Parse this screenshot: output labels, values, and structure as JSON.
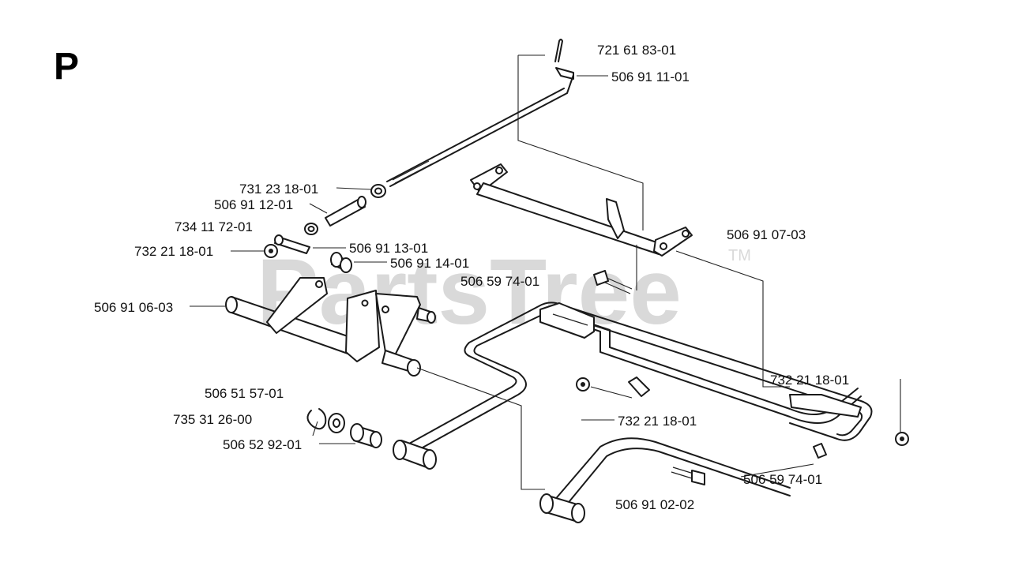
{
  "diagram": {
    "section_letter": "P",
    "watermark": "PartsTree",
    "watermark_tm": "TM",
    "colors": {
      "ink": "#1a1a1a",
      "watermark": "#d9d9d9",
      "background": "#ffffff"
    },
    "labels": {
      "l01": "721 61 83-01",
      "l02": "506 91 11-01",
      "l03": "731 23 18-01",
      "l04": "506 91 12-01",
      "l05": "734 11 72-01",
      "l06": "732 21 18-01",
      "l07": "506 91 13-01",
      "l08": "506 91 14-01",
      "l09": "506 59 74-01",
      "l10": "506 91 07-03",
      "l11": "506 91 06-03",
      "l12": "732 21 18-01",
      "l13": "506 51 57-01",
      "l14": "735 31 26-00",
      "l15": "506 52 92-01",
      "l16": "732 21 18-01",
      "l17": "506 59 74-01",
      "l18": "506 91 02-02"
    }
  }
}
